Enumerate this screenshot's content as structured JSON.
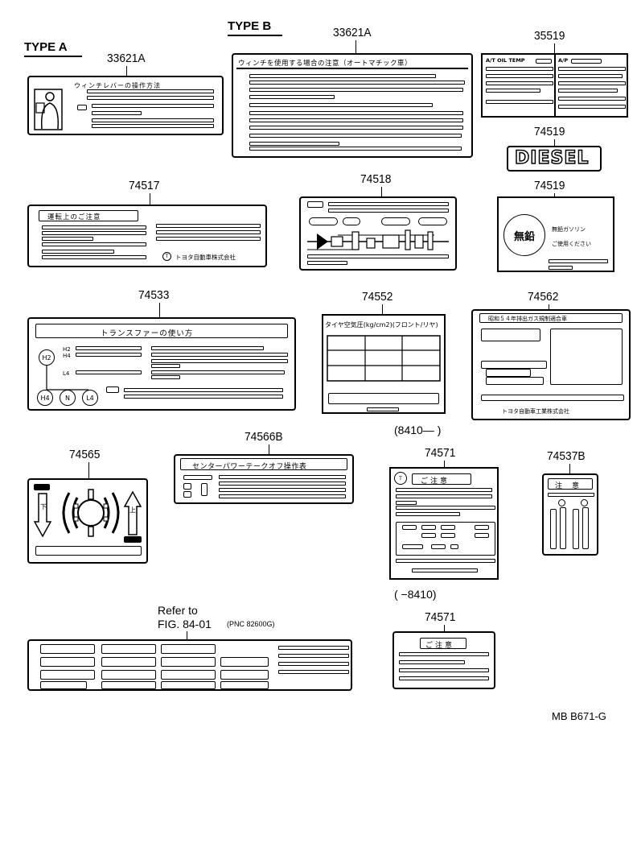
{
  "type_labels": {
    "type_a": "TYPE  A",
    "type_b": "TYPE  B"
  },
  "part_numbers": {
    "p33621a_a": "33621A",
    "p33621a_b": "33621A",
    "p35519": "35519",
    "p74519_diesel": "74519",
    "p74517": "74517",
    "p74518": "74518",
    "p74519": "74519",
    "p74533": "74533",
    "p74552": "74552",
    "p74562": "74562",
    "p74565": "74565",
    "p74566b": "74566B",
    "p74571_new": "74571",
    "p74571_old": "74571",
    "p74537b": "74537B"
  },
  "date_ranges": {
    "from_8410": "(8410—        )",
    "to_8410": "(        −8410)"
  },
  "reference": {
    "line1": "Refer to",
    "line2": "FIG. 84-01",
    "pnc": "(PNC 82600G)"
  },
  "footer_code": "MB  B671-G",
  "label_texts": {
    "winch_lever_title": "ウィンチレバーの操作方法",
    "winch_auto_title": "ウィンチを使用する場合の注意（オートマチック車）",
    "a35519_left": "A/T OIL TEMP",
    "a35519_right": "A/P",
    "diesel": "DIESEL",
    "driving_caution": "運転上のご注意",
    "toyota_maker": "トヨタ自動車株式会社",
    "unleaded": "無鉛",
    "unleaded_right1": "無鉛ガソリン",
    "unleaded_right2": "ご使用ください",
    "transfer_title": "トランスファーの使い方",
    "h2": "H2",
    "h4": "H4",
    "l4": "L4",
    "n": "N",
    "tire_title": "タイヤ空気圧(kg/cm2)(フロント/リヤ)",
    "emission_title": "昭和５４年排出ガス規制適合車",
    "toyota_industry": "トヨタ自動車工業株式会社",
    "center_pto_title": "センターパワーテークオフ操作表",
    "caution": "ご注意",
    "caution_vertical": "注意",
    "up_kana": "上",
    "down_kana": "下"
  }
}
